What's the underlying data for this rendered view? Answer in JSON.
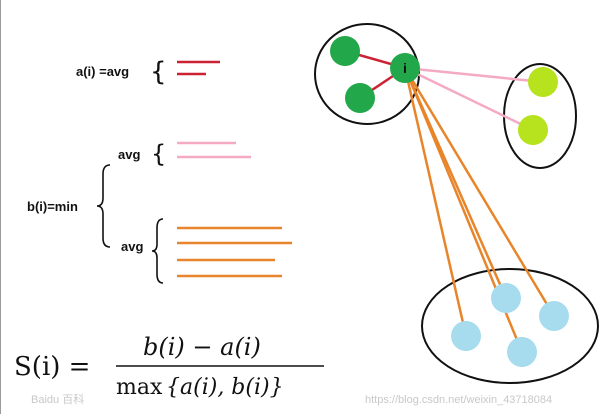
{
  "left_panel": {
    "a_label": "a(i)  =avg",
    "b_label": "b(i)=min",
    "avg1": "avg",
    "avg2": "avg"
  },
  "formula": {
    "lhs": "S(i) =",
    "numerator": "b(i) − a(i)",
    "denominator_prefix": "max",
    "denominator": "{a(i), b(i)}"
  },
  "graph": {
    "focus_node_label": "i"
  },
  "watermarks": {
    "left": "Baidu 百科",
    "right": "https://blog.csdn.net/weixin_43718084"
  },
  "colors": {
    "intra_cluster": "#cc2233",
    "nearest_cluster": "#f4aac4",
    "far_cluster": "#e8852a",
    "node_green": "#22a84a",
    "node_lime": "#b6e21e",
    "node_blue": "#a6dcee"
  }
}
